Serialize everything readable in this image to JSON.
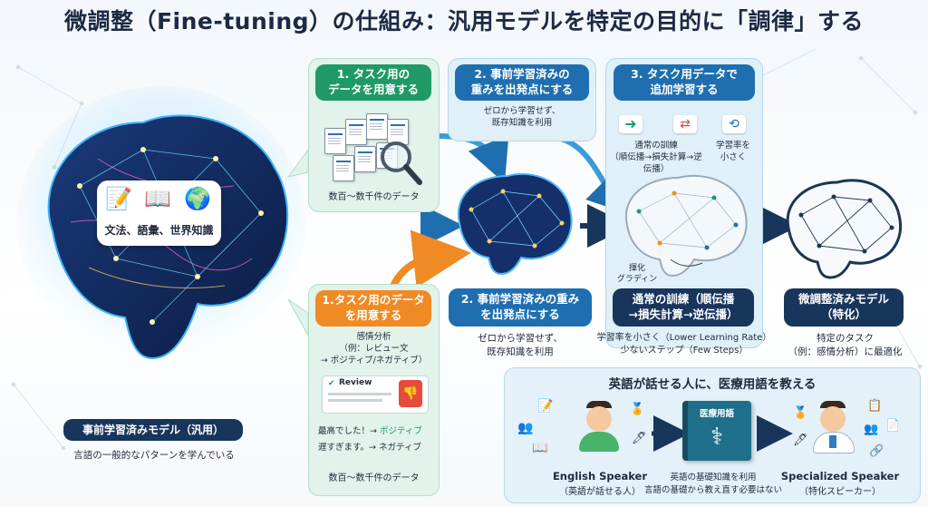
{
  "title": "微調整（Fine-tuning）の仕組み：汎用モデルを特定の目的に「調律」する",
  "colors": {
    "green": "#1f9a66",
    "blue": "#1f6fb0",
    "orange": "#f08a24",
    "navy": "#18355c"
  },
  "left": {
    "knowledge_label": "文法、語彙、世界知識",
    "model_title": "事前学習済みモデル（汎用）",
    "model_desc": "言語の一般的なパターンを学んでいる"
  },
  "step1_top": {
    "head": "1. タスク用の\nデータを用意する",
    "caption": "数百～数千件のデータ"
  },
  "step2_top": {
    "head": "2. 事前学習済みの\n重みを出発点にする",
    "caption": "ゼロから学習せず、\n既存知識を利用"
  },
  "step3_top": {
    "head": "3. タスク用データで\n追加学習する",
    "left_caption": "通常の訓練\n（順伝播→損失計算→逆伝播）",
    "right_caption": "学習率を\n小さく",
    "gradient_label": "揮化\nグラディン"
  },
  "step1_bottom": {
    "head": "1.タスク用のデータ\nを用意する",
    "task": "感情分析\n（例：レビュー文\n→ ポジティブ/ネガティブ）",
    "review_title": "Review",
    "example1_text": "最高でした！→ ",
    "example1_label": "ポジティブ",
    "example2_text": "遅すぎます。→ ネガティブ",
    "caption": "数百～数千件のデータ"
  },
  "step2_bottom": {
    "head": "2. 事前学習済みの重み\nを出発点にする",
    "caption": "ゼロから学習せず、\n既存知識を利用"
  },
  "step3_bottom": {
    "head": "通常の訓練（順伝播\n→損失計算→逆伝播）",
    "caption": "学習率を小さく（Lower Learning Rate）\n少ないステップ（Few Steps）"
  },
  "final": {
    "head": "微調整済みモデル\n（特化）",
    "caption": "特定のタスク\n（例：感情分析）に最適化"
  },
  "analogy": {
    "title": "英語が話せる人に、医療用語を教える",
    "book_label": "医療用語",
    "left_name": "English Speaker",
    "left_sub": "（英語が話せる人）",
    "middle_line1": "英語の基礎知識を利用",
    "middle_line2": "言語の基礎から教え直す必要はない",
    "right_name": "Specialized Speaker",
    "right_sub": "（特化スピーカー）"
  }
}
